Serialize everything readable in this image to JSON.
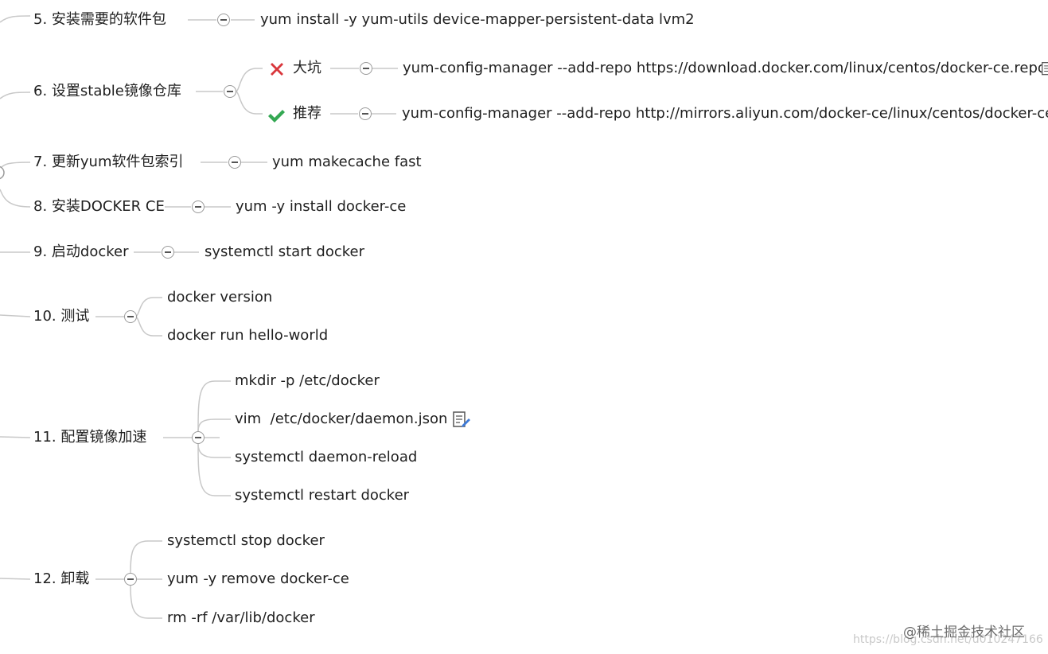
{
  "mindmap": {
    "nodes": {
      "n5": "5. 安装需要的软件包",
      "n5_cmd": "yum install -y yum-utils device-mapper-persistent-data lvm2",
      "n6": "6. 设置stable镜像仓库",
      "n6_bad": "大坑",
      "n6_bad_cmd": "yum-config-manager --add-repo https://download.docker.com/linux/centos/docker-ce.repo",
      "n6_good": "推荐",
      "n6_good_cmd": "yum-config-manager --add-repo http://mirrors.aliyun.com/docker-ce/linux/centos/docker-ce.repo",
      "n7": "7. 更新yum软件包索引",
      "n7_cmd": "yum makecache fast",
      "n8": "8. 安装DOCKER CE",
      "n8_cmd": "yum -y install docker-ce",
      "n9": "9. 启动docker",
      "n9_cmd": "systemctl start docker",
      "n10": "10. 测试",
      "n10_c1": "docker version",
      "n10_c2": "docker run hello-world",
      "n11": "11. 配置镜像加速",
      "n11_c1": "mkdir -p /etc/docker",
      "n11_c2": "vim  /etc/docker/daemon.json",
      "n11_c3": "systemctl daemon-reload",
      "n11_c4": "systemctl restart docker",
      "n12": "12. 卸载",
      "n12_c1": "systemctl stop docker",
      "n12_c2": "yum -y remove docker-ce",
      "n12_c3": "rm -rf /var/lib/docker"
    },
    "markers": {
      "bad": "cross-icon",
      "good": "check-icon",
      "note": "note-icon"
    },
    "colors": {
      "line": "#c8c8c8",
      "bad": "#d9373c",
      "good": "#34a853",
      "text": "#1f1f1f"
    }
  },
  "watermark": {
    "line1": "@稀土掘金技术社区",
    "line2": "https://blog.csdn.net/u010247166"
  }
}
